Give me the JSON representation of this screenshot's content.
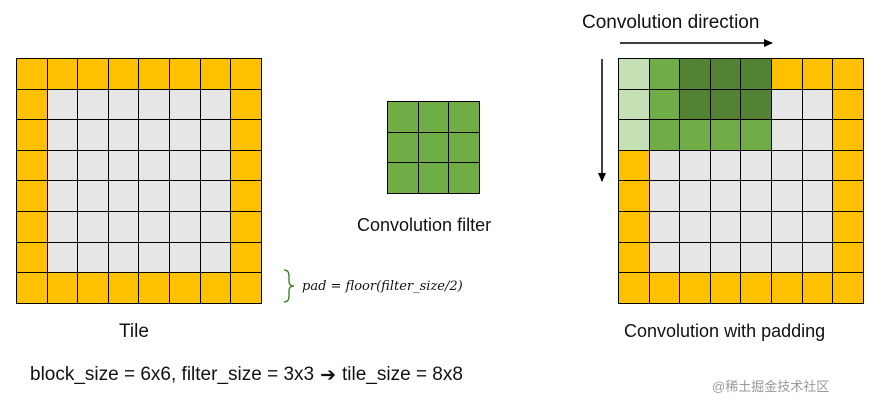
{
  "captions": {
    "tile": "Tile",
    "filter": "Convolution filter",
    "padding": "Convolution with padding",
    "direction": "Convolution direction"
  },
  "formula": {
    "pad": "pad = floor(filter_size/2)"
  },
  "summary": {
    "left": "block_size = 6x6, filter_size = 3x3",
    "arrow_glyph": "➔",
    "right": "tile_size = 8x8"
  },
  "watermark": "@稀土掘金技术社区",
  "colors": {
    "padding_cell": "#FFC000",
    "data_cell": "#E7E6E6",
    "filter_cell": "#70AD47",
    "filter_overlap_dark": "#548235",
    "filter_overlap_light": "#C5E0B4",
    "border": "#000000"
  },
  "grids": {
    "tile": {
      "size": 8
    },
    "filter": {
      "size": 3
    },
    "padded": {
      "size": 8,
      "filter_position": {
        "row": 0,
        "col": 0
      },
      "filter_span": 5
    }
  }
}
